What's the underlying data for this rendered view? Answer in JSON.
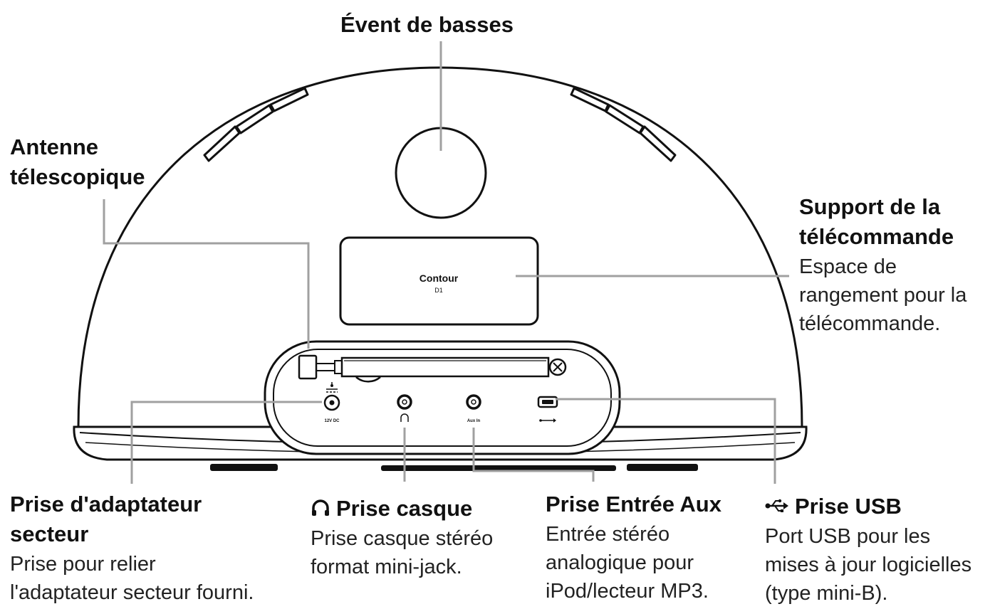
{
  "device": {
    "brand_text": "Contour",
    "model_text": "D1",
    "dc_port_text": "12V DC",
    "aux_port_text": "Aux In"
  },
  "callouts": {
    "bass_vent": {
      "title": "Évent de basses"
    },
    "antenna": {
      "title_line1": "Antenne",
      "title_line2": "télescopique"
    },
    "remote_holder": {
      "title_line1": "Support de la",
      "title_line2": "télécommande",
      "desc_line1": "Espace de",
      "desc_line2": "rangement pour la",
      "desc_line3": "télécommande."
    },
    "dc_input": {
      "title_line1": "Prise d'adaptateur",
      "title_line2": "secteur",
      "desc_line1": "Prise pour relier",
      "desc_line2": "l'adaptateur secteur fourni."
    },
    "headphone": {
      "icon": "headphone-icon",
      "title": "Prise casque",
      "desc_line1": "Prise casque stéréo",
      "desc_line2": "format mini-jack."
    },
    "aux_in": {
      "title": "Prise Entrée Aux",
      "desc_line1": "Entrée stéréo",
      "desc_line2": "analogique pour",
      "desc_line3": "iPod/lecteur MP3."
    },
    "usb": {
      "icon": "usb-icon",
      "title": "Prise USB",
      "desc_line1": "Port USB pour les",
      "desc_line2": "mises à jour logicielles",
      "desc_line3": "(type mini-B)."
    }
  },
  "colors": {
    "outline": "#111111",
    "leader_line": "#a0a0a0",
    "text": "#111111"
  }
}
